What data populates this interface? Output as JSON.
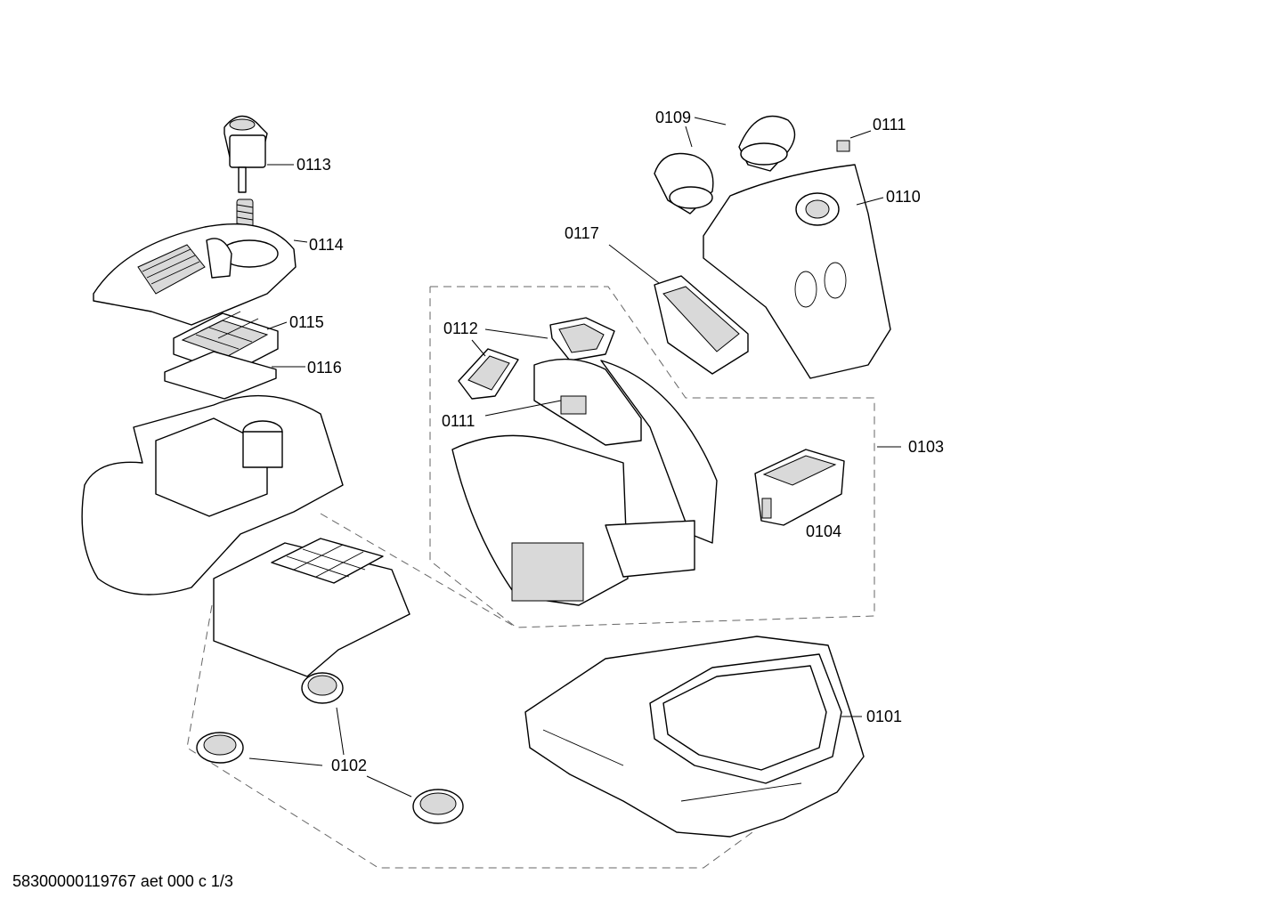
{
  "labels": {
    "p0101": "0101",
    "p0102": "0102",
    "p0103": "0103",
    "p0104": "0104",
    "p0109": "0109",
    "p0110": "0110",
    "p0111_top": "0111",
    "p0111_mid": "0111",
    "p0112": "0112",
    "p0113": "0113",
    "p0114": "0114",
    "p0115": "0115",
    "p0116": "0116",
    "p0117": "0117"
  },
  "footer": {
    "document_code": "58300000119767 aet 000 c 1/3"
  }
}
